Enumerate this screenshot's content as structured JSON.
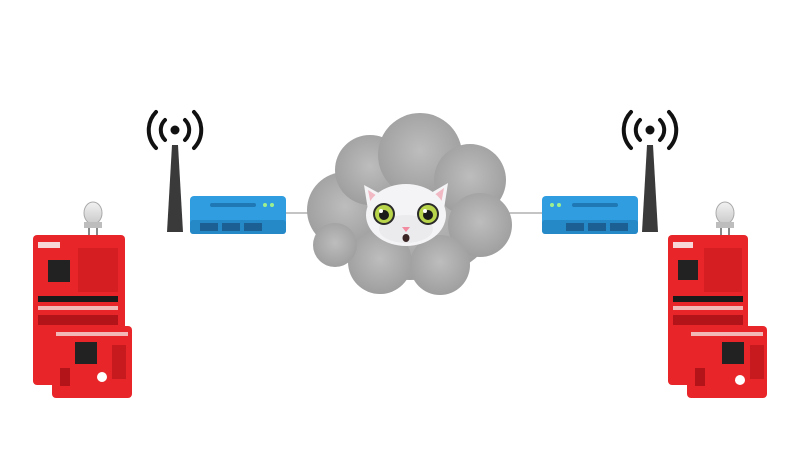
{
  "diagram": {
    "nodes": [
      {
        "id": "left-device",
        "kind": "red-dev-board-stack-with-bulb"
      },
      {
        "id": "left-router",
        "kind": "wifi-router"
      },
      {
        "id": "cloud",
        "kind": "cloud-with-cat-face"
      },
      {
        "id": "right-router",
        "kind": "wifi-router"
      },
      {
        "id": "right-device",
        "kind": "red-dev-board-stack-with-bulb"
      }
    ],
    "links": [
      {
        "from": "left-router",
        "to": "cloud"
      },
      {
        "from": "cloud",
        "to": "right-router"
      }
    ]
  },
  "colors": {
    "board_red": "#e8262a",
    "board_dark_red": "#b3141a",
    "router_blue": "#2f9de0",
    "router_dark": "#1c5f93",
    "antenna": "#3a3a3a",
    "cloud_gray": "#a6a6a6",
    "cat_white": "#f4f4f6",
    "cat_eye": "#b8d44a",
    "bulb_glass": "#dcdcdc",
    "link_line": "#8a8a8a"
  },
  "icons": [
    "wifi-signal-icon",
    "cat-face-icon",
    "led-bulb-icon"
  ]
}
